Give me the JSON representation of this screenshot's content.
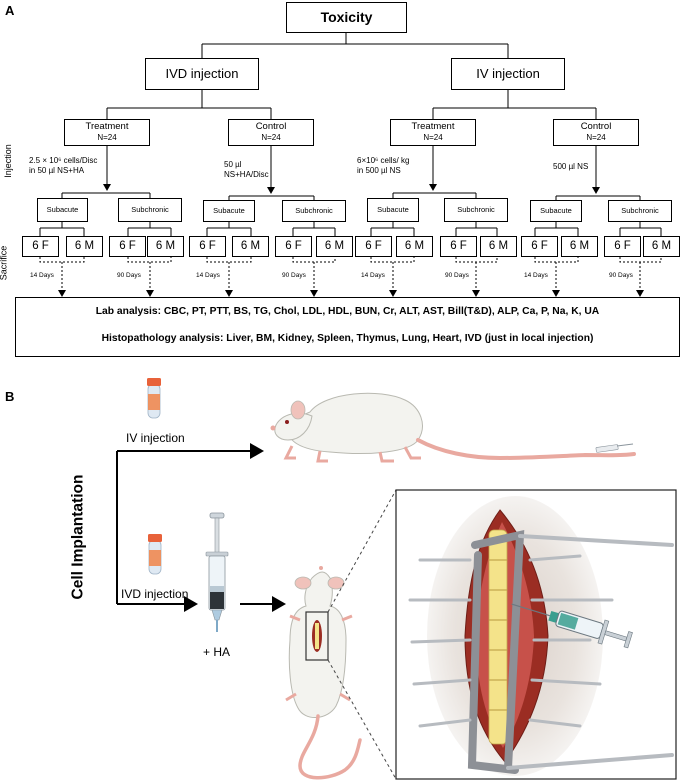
{
  "panel_a": {
    "label": "A",
    "root": "Toxicity",
    "branches": [
      {
        "title": "IVD injection",
        "groups": [
          {
            "name": "Treatment",
            "n": "N=24",
            "dose": [
              "2.5 × 10⁶ cells/Disc",
              "in 50 µl NS+HA"
            ]
          },
          {
            "name": "Control",
            "n": "N=24",
            "dose": [
              "50 µl",
              "NS+HA/Disc"
            ]
          }
        ]
      },
      {
        "title": "IV injection",
        "groups": [
          {
            "name": "Treatment",
            "n": "N=24",
            "dose": [
              "6×10⁶ cells/ kg",
              "in 500 µl NS"
            ]
          },
          {
            "name": "Control",
            "n": "N=24",
            "dose": [
              "500 µl NS"
            ]
          }
        ]
      }
    ],
    "phases": [
      "Subacute",
      "Subchronic"
    ],
    "sexes": [
      "6 F",
      "6 M"
    ],
    "durations": [
      "14 Days",
      "90 Days"
    ],
    "side_labels": [
      "Injection",
      "Sacrifice"
    ],
    "analysis": {
      "lab": "Lab analysis: CBC, PT, PTT, BS, TG, Chol, LDL, HDL, BUN, Cr, ALT, AST, Bill(T&D), ALP, Ca, P, Na, K, UA",
      "histo": "Histopathology analysis: Liver, BM, Kidney, Spleen, Thymus, Lung, Heart, IVD (just in local injection)"
    }
  },
  "panel_b": {
    "label": "B",
    "side_title": "Cell Implantation",
    "iv_label": "IV injection",
    "ivd_label": "IVD injection",
    "ha_label": "+ HA"
  },
  "colors": {
    "tube_cap": "#e8623a",
    "tube_body": "#dfe9f3",
    "rat_fur": "#f3f3ef",
    "rat_skin": "#e9a9a0",
    "tissue_red": "#9b2d23",
    "spine_yellow": "#f4e38a",
    "retractor_gray": "#8d9096",
    "syringe_teal": "#3a9e8f"
  }
}
